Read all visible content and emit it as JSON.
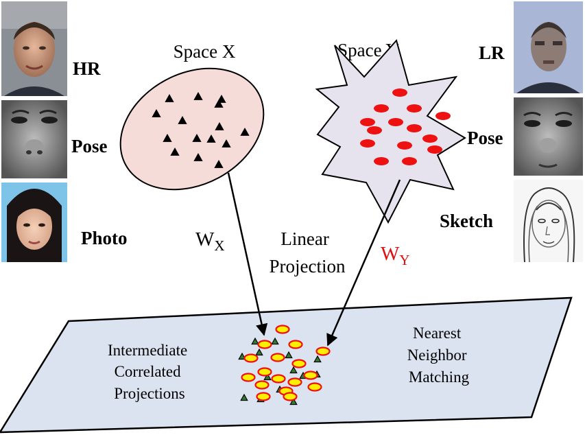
{
  "left_faces": [
    {
      "label": "HR"
    },
    {
      "label": "Pose"
    },
    {
      "label": "Photo"
    }
  ],
  "right_faces": [
    {
      "label": "LR"
    },
    {
      "label": "Pose"
    },
    {
      "label": "Sketch"
    }
  ],
  "space_x": {
    "label": "Space X",
    "fill": "#f5dcd8",
    "marker": "triangle"
  },
  "space_y": {
    "label": "Space Y",
    "fill": "#e6e3ef",
    "marker": "ellipse",
    "marker_color": "#ee1111"
  },
  "projection_x": {
    "label": "W",
    "subscript": "X",
    "color": "#000000"
  },
  "projection_y": {
    "label": "W",
    "subscript": "Y",
    "color": "#dd1111"
  },
  "linear_projection": {
    "line1": "Linear",
    "line2": "Projection"
  },
  "plane": {
    "fill": "#dbe3f0",
    "left_text": [
      "Intermediate",
      "Correlated",
      "Projections"
    ],
    "right_text": [
      "Nearest",
      "Neighbor",
      "Matching"
    ],
    "ellipse_fill": "#ffee00",
    "ellipse_stroke": "#ee1111",
    "triangle_fill": "#2e7d32"
  }
}
